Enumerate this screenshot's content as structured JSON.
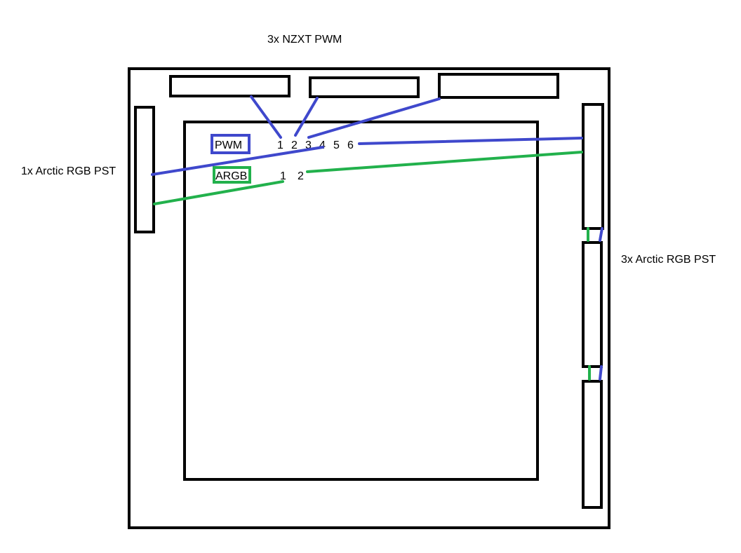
{
  "labels": {
    "top_fans": "3x NZXT PWM",
    "left_fan": "1x Arctic RGB PST",
    "right_fans": "3x Arctic RGB PST"
  },
  "controller": {
    "pwm_label": "PWM",
    "argb_label": "ARGB",
    "pwm_ports": [
      "1",
      "2",
      "3",
      "4",
      "5",
      "6"
    ],
    "argb_ports": [
      "1",
      "2"
    ]
  },
  "colors": {
    "pwm": "#3f48cc",
    "argb": "#22b14c",
    "outline": "#000000"
  }
}
